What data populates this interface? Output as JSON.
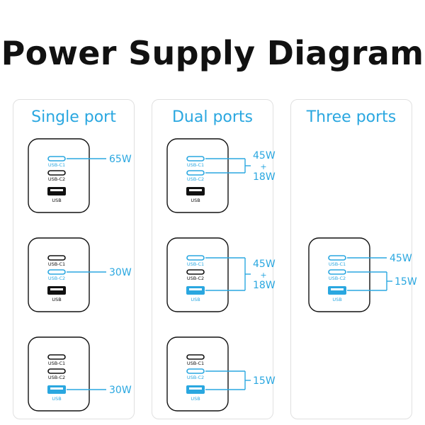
{
  "title": "Power Supply Diagram",
  "colors": {
    "accent": "#2aa7e0",
    "dark": "#111111"
  },
  "port_labels": {
    "c1": "USB-C1",
    "c2": "USB-C2",
    "usb": "USB"
  },
  "plus": "+",
  "columns": [
    {
      "title": "Single port",
      "chargers": [
        {
          "active": [
            "c1"
          ],
          "outputs": [
            {
              "ports": [
                "c1"
              ],
              "lines": [
                "65W"
              ]
            }
          ]
        },
        {
          "active": [
            "c2"
          ],
          "outputs": [
            {
              "ports": [
                "c2"
              ],
              "lines": [
                "30W"
              ]
            }
          ]
        },
        {
          "active": [
            "usb"
          ],
          "outputs": [
            {
              "ports": [
                "usb"
              ],
              "lines": [
                "30W"
              ]
            }
          ]
        }
      ]
    },
    {
      "title": "Dual ports",
      "chargers": [
        {
          "active": [
            "c1",
            "c2"
          ],
          "outputs": [
            {
              "ports": [
                "c1",
                "c2"
              ],
              "lines": [
                "45W",
                "+",
                "18W"
              ]
            }
          ]
        },
        {
          "active": [
            "c1",
            "usb"
          ],
          "outputs": [
            {
              "ports": [
                "c1",
                "usb"
              ],
              "lines": [
                "45W",
                "+",
                "18W"
              ]
            }
          ]
        },
        {
          "active": [
            "c2",
            "usb"
          ],
          "outputs": [
            {
              "ports": [
                "c2",
                "usb"
              ],
              "lines": [
                "15W"
              ]
            }
          ]
        }
      ]
    },
    {
      "title": "Three ports",
      "chargers": [
        {
          "active": [
            "c1",
            "c2",
            "usb"
          ],
          "outputs": [
            {
              "ports": [
                "c1"
              ],
              "lines": [
                "45W"
              ]
            },
            {
              "ports": [
                "c2",
                "usb"
              ],
              "lines": [
                "15W"
              ]
            }
          ]
        }
      ]
    }
  ]
}
